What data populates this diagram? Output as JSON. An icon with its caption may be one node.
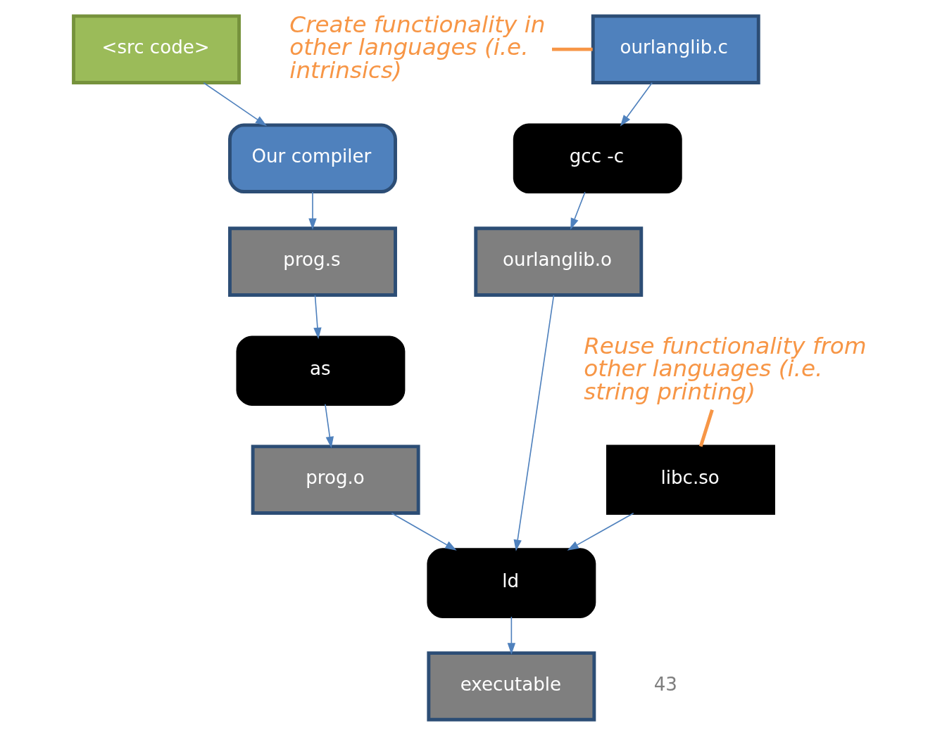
{
  "diagram": {
    "nodes": [
      {
        "text": [
          "<src code>"
        ]
      },
      {
        "text": [
          "Our compiler"
        ]
      },
      {
        "text": [
          "prog.s"
        ]
      },
      {
        "text": [
          "as"
        ]
      },
      {
        "text": [
          "prog.o"
        ]
      },
      {
        "text": [
          "ourlanglib.c"
        ]
      },
      {
        "text": [
          "gcc -c"
        ]
      },
      {
        "text": [
          "ourlanglib.o"
        ]
      },
      {
        "text": [
          "libc.so"
        ]
      },
      {
        "text": [
          "ld"
        ]
      },
      {
        "text": [
          "executable"
        ]
      },
      {
        "text": [
          "Create functionality in other languages (i.e. intrinsics)"
        ]
      },
      {
        "text": [
          "Reuse functionality from other languages (i.e. string printing)"
        ]
      }
    ],
    "edges": [
      {
        "from": 0,
        "to": 1,
        "arrow": "to"
      },
      {
        "from": 1,
        "to": 2,
        "arrow": "to"
      },
      {
        "from": 2,
        "to": 3,
        "arrow": "to"
      },
      {
        "from": 3,
        "to": 4,
        "arrow": "to"
      },
      {
        "from": 5,
        "to": 6,
        "arrow": "to"
      },
      {
        "from": 6,
        "to": 7,
        "arrow": "to"
      },
      {
        "from": 4,
        "to": 9,
        "arrow": "to"
      },
      {
        "from": 7,
        "to": 9,
        "arrow": "to"
      },
      {
        "from": 8,
        "to": 9,
        "arrow": "to"
      },
      {
        "from": 9,
        "to": 10,
        "arrow": "to"
      },
      {
        "from": 11,
        "to": 5,
        "arrow": "none",
        "style": "thick",
        "color": "#f79646"
      },
      {
        "from": 12,
        "to": 8,
        "arrow": "none",
        "style": "thick",
        "color": "#f79646"
      }
    ],
    "labels": [
      "43"
    ]
  }
}
